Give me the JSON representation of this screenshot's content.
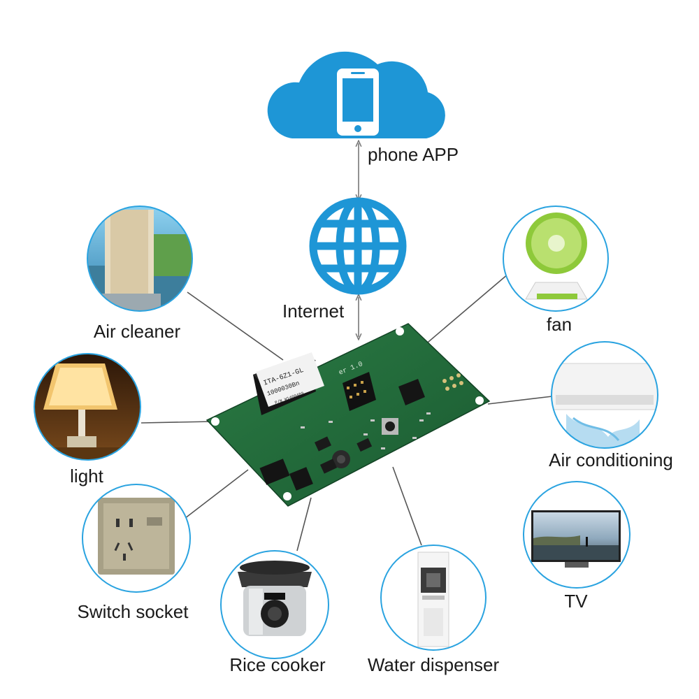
{
  "labels": {
    "phone_app": "phone APP",
    "internet": "Internet",
    "air_cleaner": "Air cleaner",
    "fan": "fan",
    "light": "light",
    "air_conditioning": "Air conditioning",
    "switch_socket": "Switch socket",
    "tv": "TV",
    "rice_cooker": "Rice cooker",
    "water_dispenser": "Water dispenser"
  },
  "pcb": {
    "relay_line1": "ITA-6Z1-GL",
    "relay_line2": "1000030Bn",
    "relay_line3": "P/N W1400489",
    "board_rev": "er 1.0"
  },
  "colors": {
    "cloud_blue": "#1e96d6",
    "globe_blue": "#1e96d6",
    "circle_border": "#2aa3e0",
    "connector_line": "#555555",
    "pcb_green": "#1f6b3a"
  },
  "icons": {
    "cloud": "cloud-icon",
    "phone": "phone-icon",
    "globe": "globe-icon",
    "pcb": "relay-module-board"
  }
}
